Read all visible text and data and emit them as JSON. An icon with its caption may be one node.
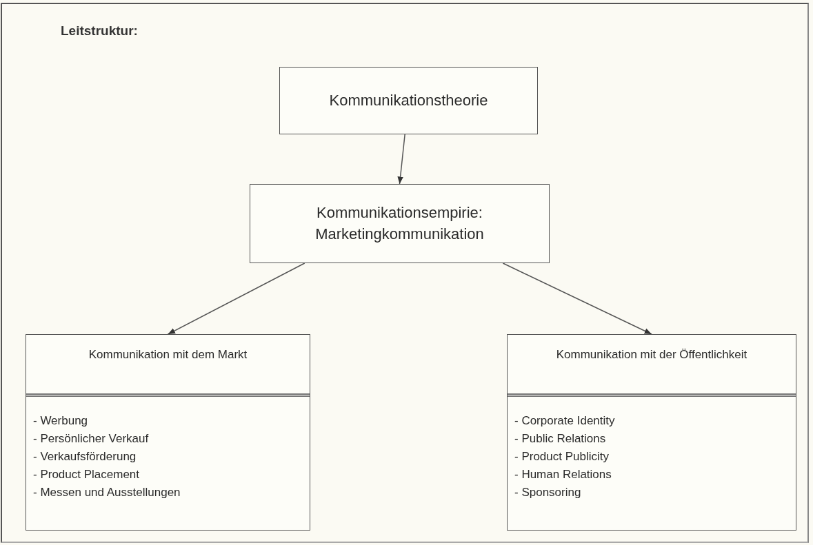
{
  "diagram": {
    "title": "Leitstruktur:",
    "nodes": [
      {
        "text": [
          "Kommunikationstheorie"
        ]
      },
      {
        "text": [
          "Kommunikationsempirie: Marketingkommunikation"
        ]
      },
      {
        "text": [
          "Kommunikation mit dem Markt",
          "- Werbung",
          "- Persönlicher Verkauf",
          "- Verkaufsförderung",
          "- Product Placement",
          "- Messen und Ausstellungen"
        ]
      },
      {
        "text": [
          "Kommunikation mit der Öffentlichkeit",
          "- Corporate Identity",
          "- Public Relations",
          "- Product Publicity",
          "- Human Relations",
          "- Sponsoring"
        ]
      }
    ],
    "edges": [
      {
        "from": 0,
        "to": 1,
        "arrow": "to"
      },
      {
        "from": 1,
        "to": 2,
        "arrow": "to"
      },
      {
        "from": 1,
        "to": 3,
        "arrow": "to"
      }
    ]
  }
}
